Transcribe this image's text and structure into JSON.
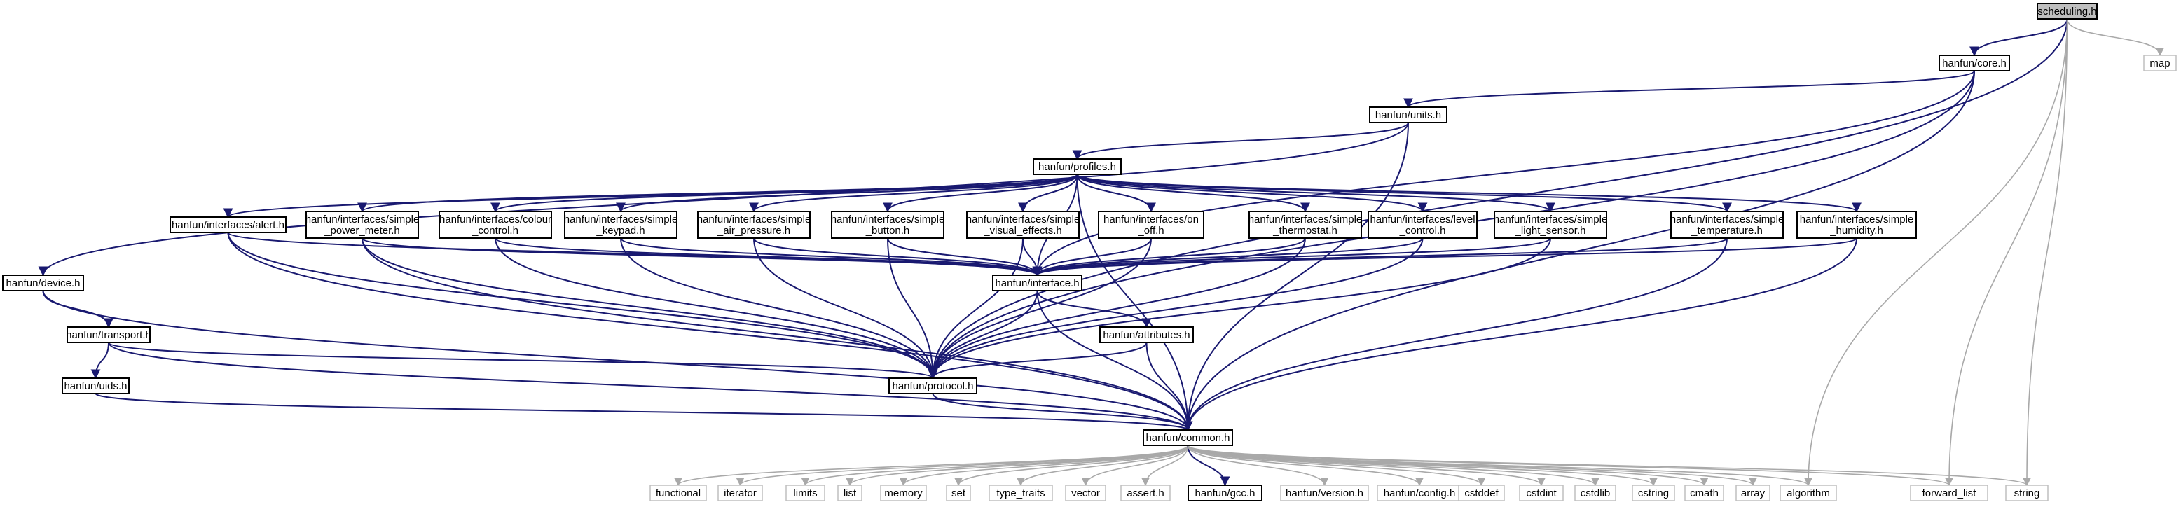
{
  "graph": {
    "nodes": [
      {
        "id": "scheduling",
        "label": [
          "scheduling.h"
        ],
        "kind": "root"
      },
      {
        "id": "core",
        "label": [
          "hanfun/core.h"
        ],
        "kind": "file"
      },
      {
        "id": "map",
        "label": [
          "map"
        ],
        "kind": "system"
      },
      {
        "id": "units",
        "label": [
          "hanfun/units.h"
        ],
        "kind": "file"
      },
      {
        "id": "profiles",
        "label": [
          "hanfun/profiles.h"
        ],
        "kind": "file"
      },
      {
        "id": "alert",
        "label": [
          "hanfun/interfaces/alert.h"
        ],
        "kind": "file"
      },
      {
        "id": "power",
        "label": [
          "hanfun/interfaces/simple",
          "_power_meter.h"
        ],
        "kind": "file"
      },
      {
        "id": "colour",
        "label": [
          "hanfun/interfaces/colour",
          "_control.h"
        ],
        "kind": "file"
      },
      {
        "id": "keypad",
        "label": [
          "hanfun/interfaces/simple",
          "_keypad.h"
        ],
        "kind": "file"
      },
      {
        "id": "air",
        "label": [
          "hanfun/interfaces/simple",
          "_air_pressure.h"
        ],
        "kind": "file"
      },
      {
        "id": "button",
        "label": [
          "hanfun/interfaces/simple",
          "_button.h"
        ],
        "kind": "file"
      },
      {
        "id": "visual",
        "label": [
          "hanfun/interfaces/simple",
          "_visual_effects.h"
        ],
        "kind": "file"
      },
      {
        "id": "onoff",
        "label": [
          "hanfun/interfaces/on",
          "_off.h"
        ],
        "kind": "file"
      },
      {
        "id": "thermostat",
        "label": [
          "hanfun/interfaces/simple",
          "_thermostat.h"
        ],
        "kind": "file"
      },
      {
        "id": "level",
        "label": [
          "hanfun/interfaces/level",
          "_control.h"
        ],
        "kind": "file"
      },
      {
        "id": "light",
        "label": [
          "hanfun/interfaces/simple",
          "_light_sensor.h"
        ],
        "kind": "file"
      },
      {
        "id": "temperature",
        "label": [
          "hanfun/interfaces/simple",
          "_temperature.h"
        ],
        "kind": "file"
      },
      {
        "id": "humidity",
        "label": [
          "hanfun/interfaces/simple",
          "_humidity.h"
        ],
        "kind": "file"
      },
      {
        "id": "device",
        "label": [
          "hanfun/device.h"
        ],
        "kind": "file"
      },
      {
        "id": "interface",
        "label": [
          "hanfun/interface.h"
        ],
        "kind": "file"
      },
      {
        "id": "transport",
        "label": [
          "hanfun/transport.h"
        ],
        "kind": "file"
      },
      {
        "id": "attributes",
        "label": [
          "hanfun/attributes.h"
        ],
        "kind": "file"
      },
      {
        "id": "uids",
        "label": [
          "hanfun/uids.h"
        ],
        "kind": "file"
      },
      {
        "id": "protocol",
        "label": [
          "hanfun/protocol.h"
        ],
        "kind": "file"
      },
      {
        "id": "common",
        "label": [
          "hanfun/common.h"
        ],
        "kind": "file"
      },
      {
        "id": "functional",
        "label": [
          "functional"
        ],
        "kind": "system"
      },
      {
        "id": "iterator",
        "label": [
          "iterator"
        ],
        "kind": "system"
      },
      {
        "id": "limits",
        "label": [
          "limits"
        ],
        "kind": "system"
      },
      {
        "id": "list",
        "label": [
          "list"
        ],
        "kind": "system"
      },
      {
        "id": "memory",
        "label": [
          "memory"
        ],
        "kind": "system"
      },
      {
        "id": "set",
        "label": [
          "set"
        ],
        "kind": "system"
      },
      {
        "id": "type_traits",
        "label": [
          "type_traits"
        ],
        "kind": "system"
      },
      {
        "id": "vector",
        "label": [
          "vector"
        ],
        "kind": "system"
      },
      {
        "id": "assert",
        "label": [
          "assert.h"
        ],
        "kind": "system"
      },
      {
        "id": "gcc",
        "label": [
          "hanfun/gcc.h"
        ],
        "kind": "file"
      },
      {
        "id": "version",
        "label": [
          "hanfun/version.h"
        ],
        "kind": "system"
      },
      {
        "id": "config",
        "label": [
          "hanfun/config.h"
        ],
        "kind": "system"
      },
      {
        "id": "cstddef",
        "label": [
          "cstddef"
        ],
        "kind": "system"
      },
      {
        "id": "cstdint",
        "label": [
          "cstdint"
        ],
        "kind": "system"
      },
      {
        "id": "cstdlib",
        "label": [
          "cstdlib"
        ],
        "kind": "system"
      },
      {
        "id": "cstring",
        "label": [
          "cstring"
        ],
        "kind": "system"
      },
      {
        "id": "cmath",
        "label": [
          "cmath"
        ],
        "kind": "system"
      },
      {
        "id": "array",
        "label": [
          "array"
        ],
        "kind": "system"
      },
      {
        "id": "algorithm",
        "label": [
          "algorithm"
        ],
        "kind": "system"
      },
      {
        "id": "forward_list",
        "label": [
          "forward_list"
        ],
        "kind": "system"
      },
      {
        "id": "string",
        "label": [
          "string"
        ],
        "kind": "system"
      }
    ],
    "edges": [
      [
        "scheduling",
        "core"
      ],
      [
        "scheduling",
        "map"
      ],
      [
        "scheduling",
        "protocol"
      ],
      [
        "scheduling",
        "algorithm"
      ],
      [
        "scheduling",
        "forward_list"
      ],
      [
        "scheduling",
        "string"
      ],
      [
        "core",
        "units"
      ],
      [
        "core",
        "interface"
      ],
      [
        "core",
        "protocol"
      ],
      [
        "core",
        "common"
      ],
      [
        "units",
        "profiles"
      ],
      [
        "units",
        "device"
      ],
      [
        "units",
        "common"
      ],
      [
        "profiles",
        "alert"
      ],
      [
        "profiles",
        "power"
      ],
      [
        "profiles",
        "colour"
      ],
      [
        "profiles",
        "keypad"
      ],
      [
        "profiles",
        "air"
      ],
      [
        "profiles",
        "button"
      ],
      [
        "profiles",
        "visual"
      ],
      [
        "profiles",
        "onoff"
      ],
      [
        "profiles",
        "thermostat"
      ],
      [
        "profiles",
        "level"
      ],
      [
        "profiles",
        "light"
      ],
      [
        "profiles",
        "temperature"
      ],
      [
        "profiles",
        "humidity"
      ],
      [
        "profiles",
        "interface"
      ],
      [
        "profiles",
        "common"
      ],
      [
        "alert",
        "interface"
      ],
      [
        "alert",
        "protocol"
      ],
      [
        "alert",
        "common"
      ],
      [
        "power",
        "interface"
      ],
      [
        "power",
        "protocol"
      ],
      [
        "power",
        "common"
      ],
      [
        "colour",
        "interface"
      ],
      [
        "colour",
        "protocol"
      ],
      [
        "keypad",
        "interface"
      ],
      [
        "keypad",
        "protocol"
      ],
      [
        "air",
        "interface"
      ],
      [
        "air",
        "protocol"
      ],
      [
        "button",
        "interface"
      ],
      [
        "button",
        "protocol"
      ],
      [
        "visual",
        "interface"
      ],
      [
        "visual",
        "protocol"
      ],
      [
        "onoff",
        "interface"
      ],
      [
        "onoff",
        "protocol"
      ],
      [
        "thermostat",
        "interface"
      ],
      [
        "thermostat",
        "protocol"
      ],
      [
        "level",
        "interface"
      ],
      [
        "level",
        "protocol"
      ],
      [
        "light",
        "interface"
      ],
      [
        "light",
        "protocol"
      ],
      [
        "temperature",
        "interface"
      ],
      [
        "temperature",
        "common"
      ],
      [
        "humidity",
        "interface"
      ],
      [
        "humidity",
        "common"
      ],
      [
        "device",
        "transport"
      ],
      [
        "device",
        "common"
      ],
      [
        "interface",
        "attributes"
      ],
      [
        "interface",
        "protocol"
      ],
      [
        "interface",
        "common"
      ],
      [
        "transport",
        "uids"
      ],
      [
        "transport",
        "protocol"
      ],
      [
        "transport",
        "common"
      ],
      [
        "attributes",
        "protocol"
      ],
      [
        "attributes",
        "common"
      ],
      [
        "uids",
        "common"
      ],
      [
        "protocol",
        "common"
      ],
      [
        "common",
        "functional"
      ],
      [
        "common",
        "iterator"
      ],
      [
        "common",
        "limits"
      ],
      [
        "common",
        "list"
      ],
      [
        "common",
        "memory"
      ],
      [
        "common",
        "set"
      ],
      [
        "common",
        "type_traits"
      ],
      [
        "common",
        "vector"
      ],
      [
        "common",
        "assert"
      ],
      [
        "common",
        "gcc"
      ],
      [
        "common",
        "version"
      ],
      [
        "common",
        "config"
      ],
      [
        "common",
        "cstddef"
      ],
      [
        "common",
        "cstdint"
      ],
      [
        "common",
        "cstdlib"
      ],
      [
        "common",
        "cstring"
      ],
      [
        "common",
        "cmath"
      ],
      [
        "common",
        "array"
      ],
      [
        "common",
        "algorithm"
      ],
      [
        "common",
        "forward_list"
      ],
      [
        "common",
        "string"
      ]
    ]
  }
}
